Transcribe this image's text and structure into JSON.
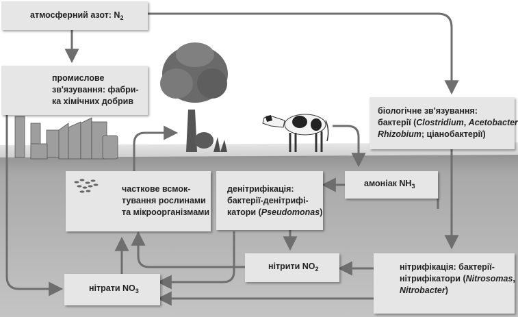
{
  "nodes": {
    "atmospheric": {
      "text": "атмосферний азот: N",
      "sub": "2"
    },
    "industrial": {
      "lines": [
        "промислове",
        "зв'язування: фабри-",
        "ка хімічних добрив"
      ]
    },
    "biological": {
      "line1": "біологічне зв'язування:",
      "l2a": "бактерії (",
      "l2b": "Clostridium",
      "l2c": ", ",
      "l2d": "Acetobacter",
      "l2e": ",",
      "l3a": "Rhizobium",
      "l3b": "; ціанобактерії)"
    },
    "ammonia": {
      "text": "амоніак NH",
      "sub": "3"
    },
    "assimilation": {
      "lines": [
        "часткове всмок-",
        "тування рослинами",
        "та мікроорганізмами"
      ]
    },
    "denitrification": {
      "line1": "денітрифікація:",
      "line2": "бактерії-денітрифі-",
      "l3a": "катори (",
      "l3b": "Pseudomonas",
      "l3c": ")"
    },
    "nitrites": {
      "text": "нітрити NO",
      "sub": "2"
    },
    "nitrates": {
      "text": "нітрати NO",
      "sub": "3"
    },
    "nitrification": {
      "line1": "нітрифікація: бактерії-",
      "l2a": "нітрифікатори (",
      "l2b": "Nitrosomas",
      "l2c": ",",
      "l3a": "Nitrobacter",
      "l3b": ")"
    }
  },
  "colors": {
    "box": "#e6e6e6",
    "arrow": "#6e6e6e",
    "ground": "#9a9a9a",
    "sky": "#ffffff"
  },
  "icons": [
    "factory-icon",
    "tree-icon",
    "cow-icon",
    "microorganisms-icon"
  ]
}
